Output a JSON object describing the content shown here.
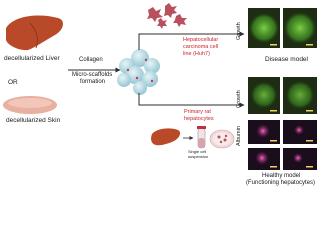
{
  "labels": {
    "liver": "decellularized Liver",
    "or": "OR",
    "skin": "decellularized Skin",
    "process_line1": "Collagen",
    "process_line2": "Micro-scaffolds",
    "process_line3": "formation",
    "cell_line_1": "Hepatocellular",
    "cell_line_2": "carcinoma cell",
    "cell_line_3": "line (Huh7)",
    "primary_1": "Primary rat",
    "primary_2": "hepatocytes",
    "single_cell_1": "Single cell",
    "single_cell_2": "suspension",
    "disease_model": "Disease model",
    "healthy_1": "Healthy model",
    "healthy_2": "(Functioning hepatocytes)",
    "growth_top": "Growth",
    "growth_mid": "Growth",
    "albumin": "Albumin"
  },
  "colors": {
    "accent_red": "#cc1f2b",
    "arrow": "#2e2e2e",
    "liver": "#b84a2a",
    "skin": "#e8b0a0",
    "cell": "#b8505e",
    "growth_panel": "#1d2c12",
    "growth_glow": "#6fd03b",
    "albumin_panel": "#1a0d1c",
    "albumin_glow": "#e23a97",
    "scale_bar": "#f2d35a"
  }
}
